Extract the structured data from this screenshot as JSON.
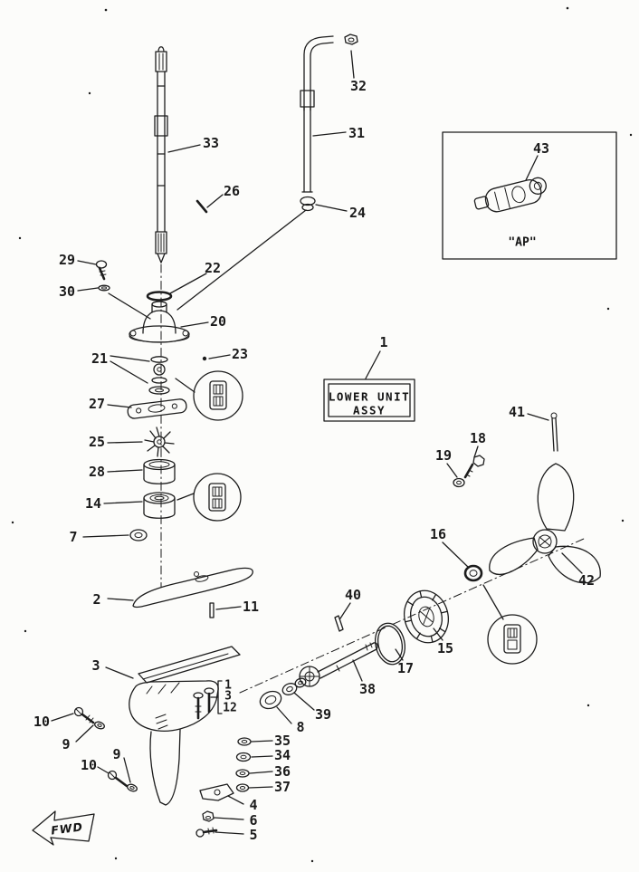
{
  "colors": {
    "ink": "#1c1c1c",
    "paper": "#fcfcfa"
  },
  "assy_box": {
    "line1": "LOWER UNIT",
    "line2": "ASSY"
  },
  "ap_box": {
    "label": "\"AP\""
  },
  "fwd_arrow": {
    "label": "FWD"
  },
  "callouts": [
    {
      "num": "32"
    },
    {
      "num": "31"
    },
    {
      "num": "33"
    },
    {
      "num": "26"
    },
    {
      "num": "24"
    },
    {
      "num": "43"
    },
    {
      "num": "29"
    },
    {
      "num": "30"
    },
    {
      "num": "22"
    },
    {
      "num": "20"
    },
    {
      "num": "23"
    },
    {
      "num": "21"
    },
    {
      "num": "27"
    },
    {
      "num": "25"
    },
    {
      "num": "28"
    },
    {
      "num": "14"
    },
    {
      "num": "7"
    },
    {
      "num": "2"
    },
    {
      "num": "11"
    },
    {
      "num": "3"
    },
    {
      "num": "1"
    },
    {
      "num": "3"
    },
    {
      "num": "12"
    },
    {
      "num": "10"
    },
    {
      "num": "9"
    },
    {
      "num": "9"
    },
    {
      "num": "10"
    },
    {
      "num": "8"
    },
    {
      "num": "35"
    },
    {
      "num": "34"
    },
    {
      "num": "36"
    },
    {
      "num": "37"
    },
    {
      "num": "4"
    },
    {
      "num": "6"
    },
    {
      "num": "5"
    },
    {
      "num": "39"
    },
    {
      "num": "38"
    },
    {
      "num": "40"
    },
    {
      "num": "17"
    },
    {
      "num": "15"
    },
    {
      "num": "16"
    },
    {
      "num": "19"
    },
    {
      "num": "18"
    },
    {
      "num": "41"
    },
    {
      "num": "42"
    },
    {
      "num": "1"
    }
  ]
}
